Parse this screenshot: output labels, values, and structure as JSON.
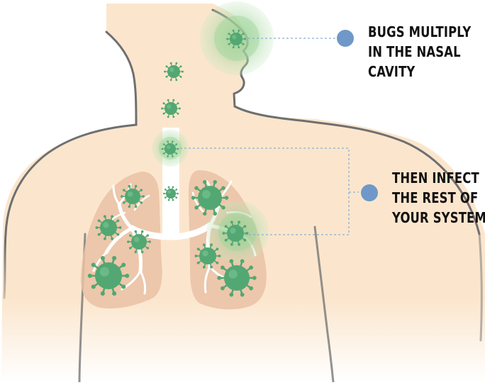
{
  "callouts": [
    {
      "lines": [
        "BUGS MULTIPLY",
        "IN THE NASAL",
        "CAVITY"
      ],
      "dot_color": "#6f98c8"
    },
    {
      "lines": [
        "THEN INFECT",
        "THE REST OF",
        "YOUR SYSTEM"
      ],
      "dot_color": "#6f98c8"
    }
  ],
  "colors": {
    "skin": "#fbe8d1",
    "outline": "#6f6f70",
    "lung": "#e9c3a7",
    "airway": "#ffffff",
    "virus": "#53a772",
    "glow": "#9fd49c",
    "leader_line": "#8aaed3"
  },
  "icons": [
    "virus-icon",
    "callout-dot-icon"
  ]
}
